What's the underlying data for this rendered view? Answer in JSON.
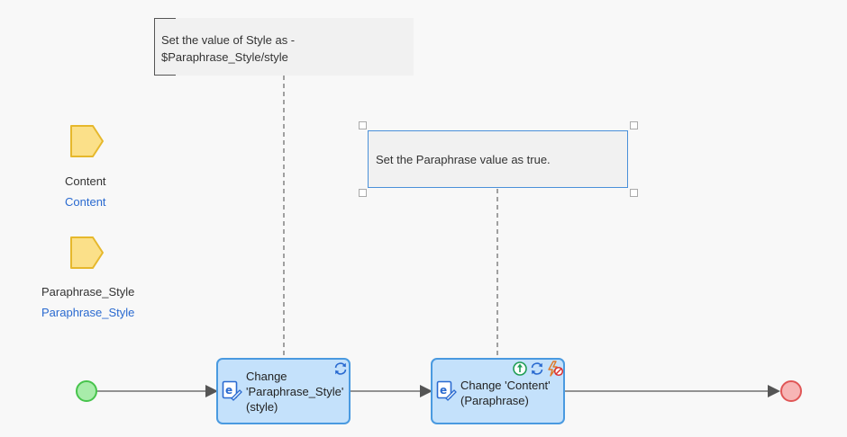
{
  "annotations": [
    {
      "line1": "Set the value of Style as -",
      "line2": "$Paraphrase_Style/style"
    },
    {
      "text": "Set the Paraphrase value as true."
    }
  ],
  "parameters": [
    {
      "name": "Content",
      "type": "Content",
      "icon": "parameter-icon"
    },
    {
      "name": "Paraphrase_Style",
      "type": "Paraphrase_Style",
      "icon": "parameter-icon"
    }
  ],
  "actions": [
    {
      "lines": [
        "Change",
        "'Paraphrase_Style'",
        "(style)"
      ],
      "icon": "change-object-icon",
      "badges": [
        "refresh-icon"
      ]
    },
    {
      "lines": [
        "Change 'Content'",
        "(Paraphrase)"
      ],
      "icon": "change-object-icon",
      "badges": [
        "commit-icon",
        "refresh-icon",
        "no-events-icon"
      ]
    }
  ],
  "events": {
    "start": "start-event",
    "end": "end-event"
  },
  "colors": {
    "action_fill": "#c4e1fb",
    "action_border": "#4a9ae0",
    "parameter_fill": "#fbe089",
    "parameter_border": "#e6b82c",
    "start_fill": "#a8ecaa",
    "start_border": "#47c44c",
    "end_fill": "#f7b5b5",
    "end_border": "#e05656",
    "link": "#2a6ad0"
  }
}
